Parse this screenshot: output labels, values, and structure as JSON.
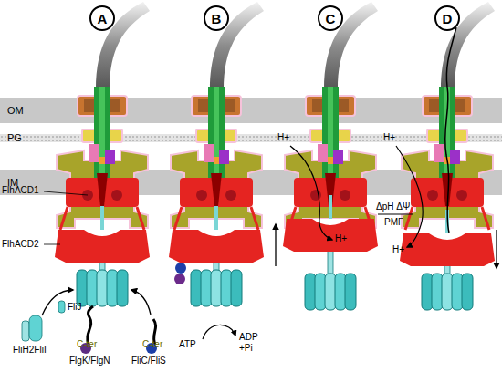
{
  "diagram": {
    "nodes": [
      {
        "text": [
          "A"
        ]
      },
      {
        "text": [
          "B"
        ]
      },
      {
        "text": [
          "C"
        ]
      },
      {
        "text": [
          "D"
        ]
      }
    ],
    "labels": [
      "OM",
      "PG",
      "IM",
      "FlhACD1",
      "FlhACD2",
      "FliJ",
      "FliH2FliI",
      "C-ter",
      "C-ter",
      "FlgK/FlgN",
      "FliC/FliS",
      "ATP",
      "ADP +Pi",
      "H+",
      "H+",
      "ΔpH ΔΨ",
      "PMF",
      "H+",
      "H+"
    ]
  }
}
